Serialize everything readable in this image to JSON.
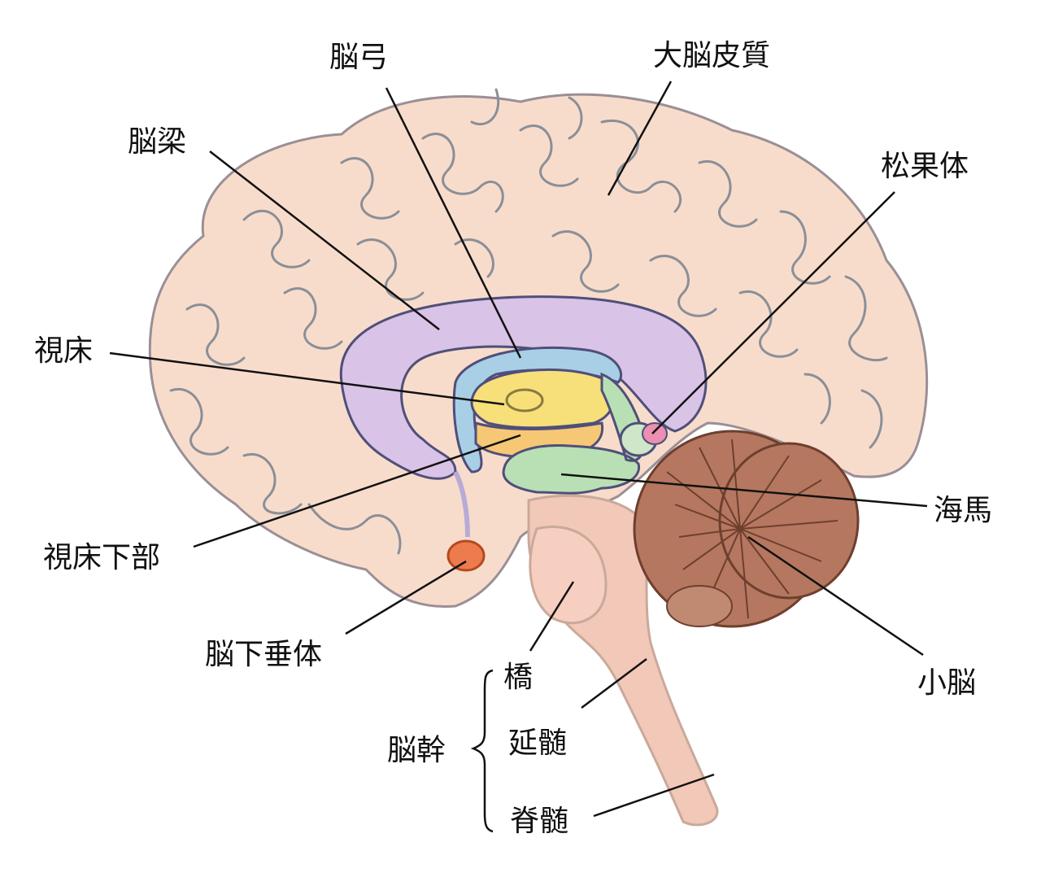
{
  "labels": {
    "fornix": "脳弓",
    "cerebral_cortex": "大脳皮質",
    "corpus_callosum": "脳梁",
    "pineal_body": "松果体",
    "thalamus": "視床",
    "hippocampus": "海馬",
    "hypothalamus": "視床下部",
    "pituitary": "脳下垂体",
    "pons": "橋",
    "cerebellum": "小脳",
    "brainstem": "脳幹",
    "medulla": "延髄",
    "spinal_cord": "脊髄"
  },
  "colors": {
    "cortex_fill": "#f8dccb",
    "cortex_sulci": "#8a8f98",
    "corpus_callosum": "#d9c3e6",
    "fornix": "#a9cfe6",
    "thalamus": "#f7df7a",
    "hypothalamus": "#f6c774",
    "hippocampus": "#b9e0b5",
    "pineal_body": "#ec8fb0",
    "pituitary": "#ee7b4d",
    "cerebellum": "#b5775f",
    "brainstem": "#f2c8b8",
    "leader_line": "#111111"
  }
}
